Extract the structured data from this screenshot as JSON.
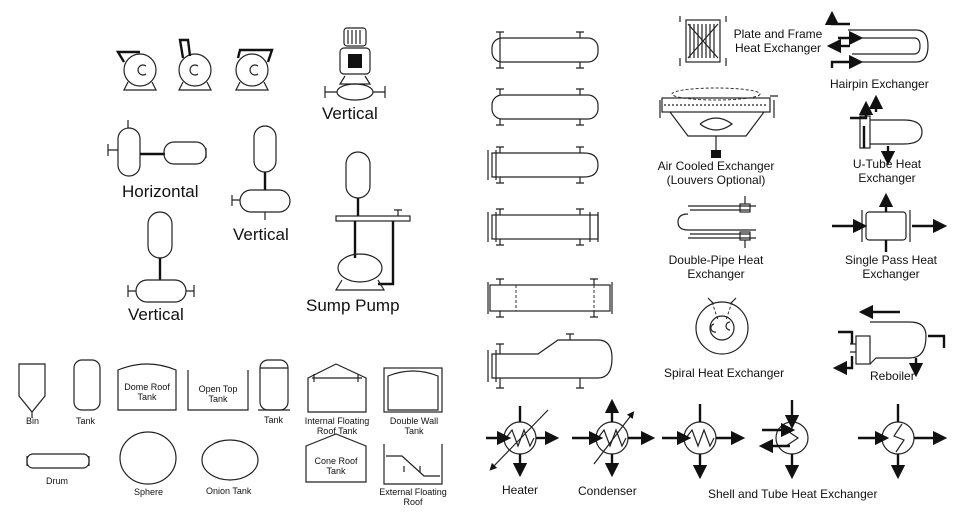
{
  "title": "Process Equipment Symbols",
  "labels": {
    "pump_vertical": "Vertical",
    "compressor_horizontal": "Horizontal",
    "compressor_vertical_1": "Vertical",
    "compressor_vertical_2": "Vertical",
    "sump_pump": "Sump Pump",
    "bin": "Bin",
    "tank": "Tank",
    "dome_roof_tank": "Dome Roof Tank",
    "open_top_tank": "Open Top Tank",
    "tank_2": "Tank",
    "internal_floating_roof_tank": "Internal Floating Roof Tank",
    "double_wall_tank": "Double Wall Tank",
    "drum": "Drum",
    "sphere": "Sphere",
    "onion_tank": "Onion Tank",
    "cone_roof_tank": "Cone Roof Tank",
    "external_floating_roof": "External Floating Roof",
    "plate_frame": "Plate and Frame Heat Exchanger",
    "hairpin": "Hairpin Exchanger",
    "air_cooled": "Air Cooled Exchanger (Louvers Optional)",
    "u_tube": "U-Tube Heat Exchanger",
    "double_pipe": "Double-Pipe Heat Exchanger",
    "single_pass": "Single Pass Heat Exchanger",
    "spiral": "Spiral Heat Exchanger",
    "reboiler": "Reboiler",
    "heater": "Heater",
    "condenser": "Condenser",
    "shell_tube": "Shell and Tube Heat Exchanger"
  },
  "box_text": {
    "dome_roof_tank": "Dome Roof Tank",
    "open_top_tank": "Open Top Tank",
    "cone_roof_tank": "Cone Roof Tank"
  },
  "icons": [
    "centrifugal-pump-icon",
    "vertical-pump-icon",
    "horizontal-compressor-icon",
    "vertical-compressor-icon",
    "sump-pump-icon",
    "bin-icon",
    "tank-icon",
    "dome-roof-tank-icon",
    "open-top-tank-icon",
    "internal-floating-roof-tank-icon",
    "double-wall-tank-icon",
    "drum-icon",
    "sphere-icon",
    "onion-tank-icon",
    "cone-roof-tank-icon",
    "external-floating-roof-tank-icon",
    "shell-exchanger-icon",
    "plate-frame-exchanger-icon",
    "hairpin-exchanger-icon",
    "air-cooled-exchanger-icon",
    "u-tube-exchanger-icon",
    "double-pipe-exchanger-icon",
    "single-pass-exchanger-icon",
    "spiral-exchanger-icon",
    "reboiler-icon",
    "heater-icon",
    "condenser-icon",
    "shell-tube-exchanger-icon"
  ]
}
